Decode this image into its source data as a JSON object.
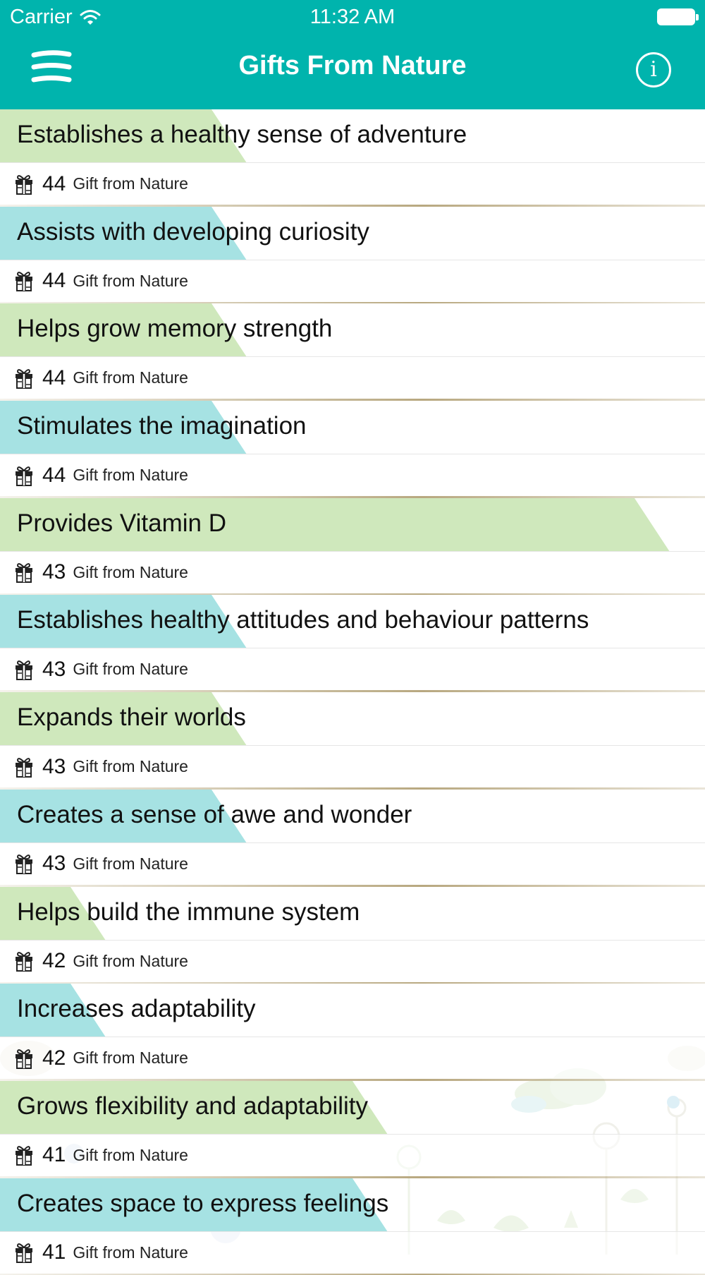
{
  "status_bar": {
    "carrier": "Carrier",
    "time": "11:32 AM"
  },
  "nav": {
    "title": "Gifts From Nature",
    "info_label": "i"
  },
  "colors": {
    "header": "#00b4ad",
    "green_band": "#cfe8bc",
    "cyan_band": "#a6e2e3",
    "divider_gold": "#b8a880"
  },
  "items": [
    {
      "title": "Establishes a healthy sense of adventure",
      "count": "44",
      "label": "Gift from Nature",
      "band": "green",
      "fill": 0.35
    },
    {
      "title": "Assists with developing curiosity",
      "count": "44",
      "label": "Gift from Nature",
      "band": "cyan",
      "fill": 0.35
    },
    {
      "title": "Helps grow memory strength",
      "count": "44",
      "label": "Gift from Nature",
      "band": "green",
      "fill": 0.35
    },
    {
      "title": "Stimulates the imagination",
      "count": "44",
      "label": "Gift from Nature",
      "band": "cyan",
      "fill": 0.35
    },
    {
      "title": "Provides Vitamin D",
      "count": "43",
      "label": "Gift from Nature",
      "band": "green",
      "fill": 0.95
    },
    {
      "title": "Establishes healthy attitudes and behaviour patterns",
      "count": "43",
      "label": "Gift from Nature",
      "band": "cyan",
      "fill": 0.35
    },
    {
      "title": "Expands their worlds",
      "count": "43",
      "label": "Gift from Nature",
      "band": "green",
      "fill": 0.35
    },
    {
      "title": "Creates a sense of awe and wonder",
      "count": "43",
      "label": "Gift from Nature",
      "band": "cyan",
      "fill": 0.35
    },
    {
      "title": "Helps build the immune system",
      "count": "42",
      "label": "Gift from Nature",
      "band": "green",
      "fill": 0.15
    },
    {
      "title": "Increases adaptability",
      "count": "42",
      "label": "Gift from Nature",
      "band": "cyan",
      "fill": 0.15
    },
    {
      "title": "Grows flexibility and adaptability",
      "count": "41",
      "label": "Gift from Nature",
      "band": "green",
      "fill": 0.55
    },
    {
      "title": "Creates space to express feelings",
      "count": "41",
      "label": "Gift from Nature",
      "band": "cyan",
      "fill": 0.55
    }
  ]
}
